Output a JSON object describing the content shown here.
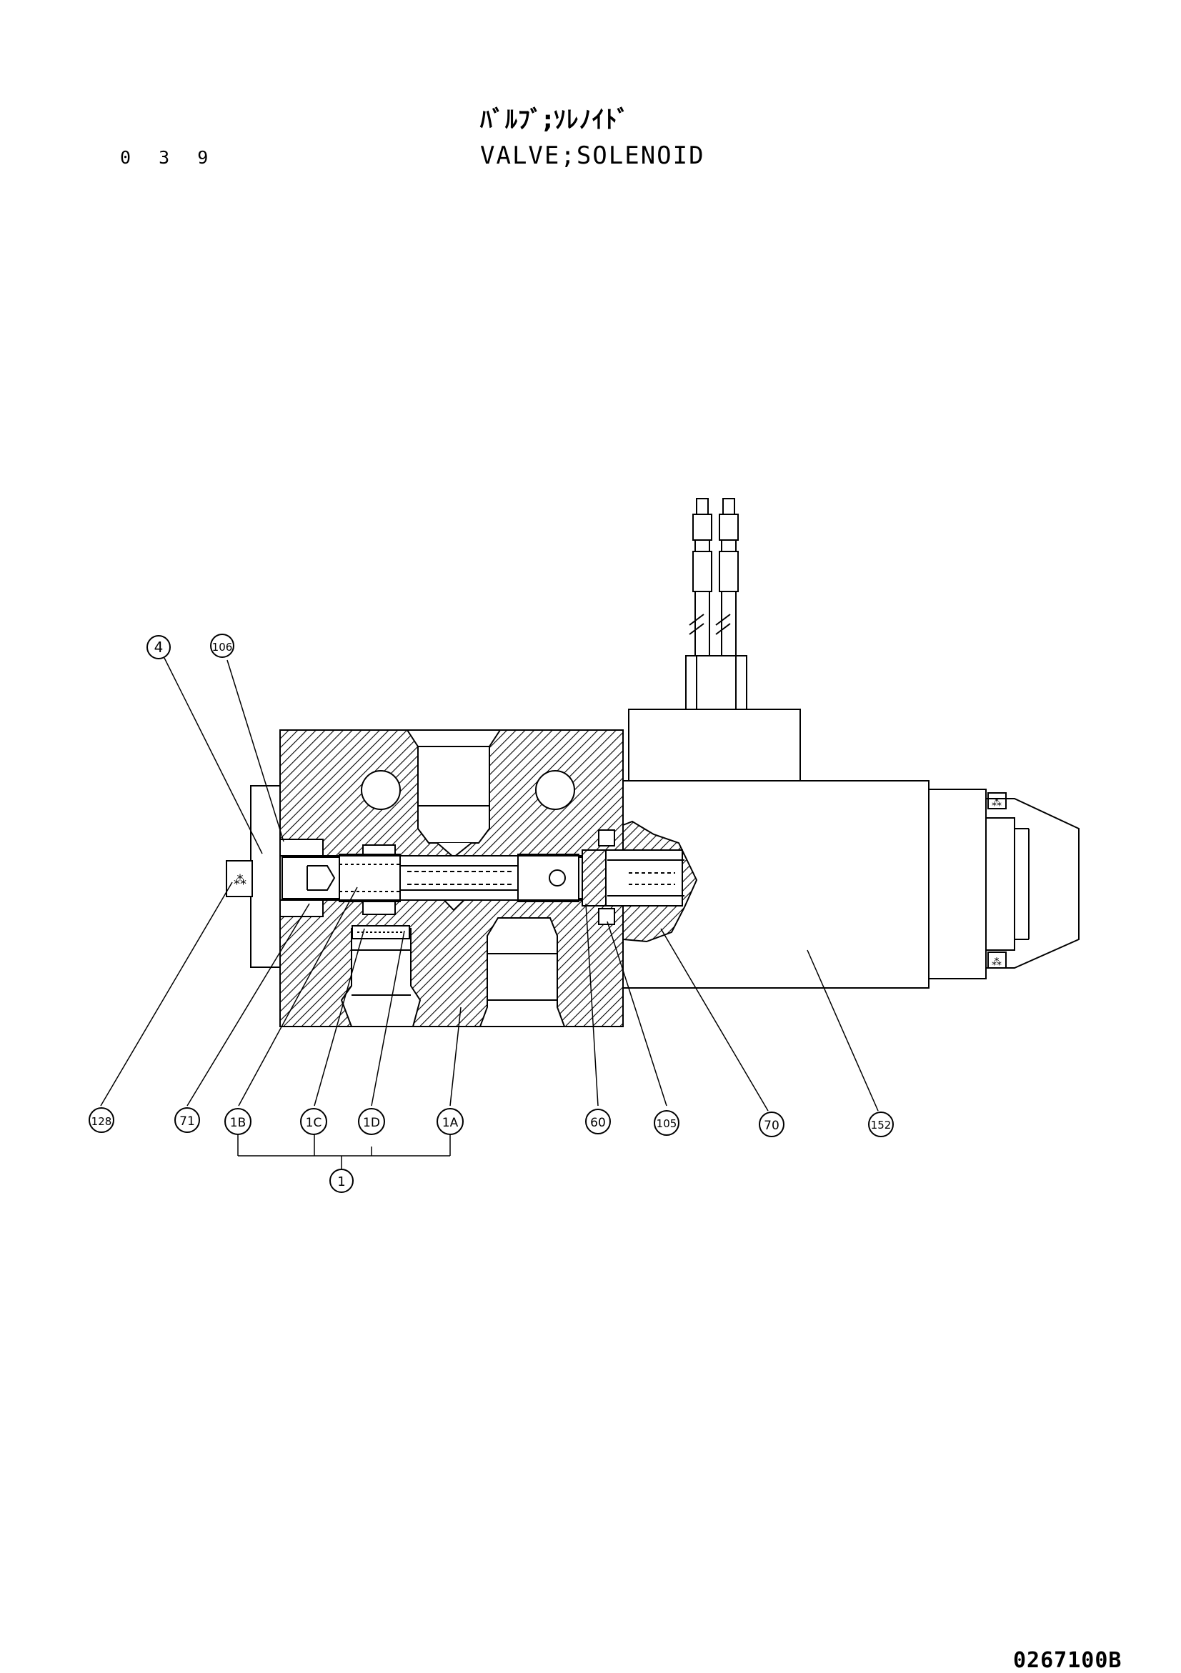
{
  "header": {
    "page_number": "0 3 9",
    "title_jp": "ﾊﾞﾙﾌﾞ;ｿﾚﾉｲﾄﾞ",
    "title_en": "VALVE;SOLENOID"
  },
  "callouts": {
    "c4": "4",
    "c106": "106",
    "c128": "128",
    "c71": "71",
    "c1B": "1B",
    "c1C": "1C",
    "c1D": "1D",
    "c1A": "1A",
    "c1": "1",
    "c60": "60",
    "c105": "105",
    "c70": "70",
    "c152": "152"
  },
  "footer": {
    "drawing_number": "0267100B"
  }
}
